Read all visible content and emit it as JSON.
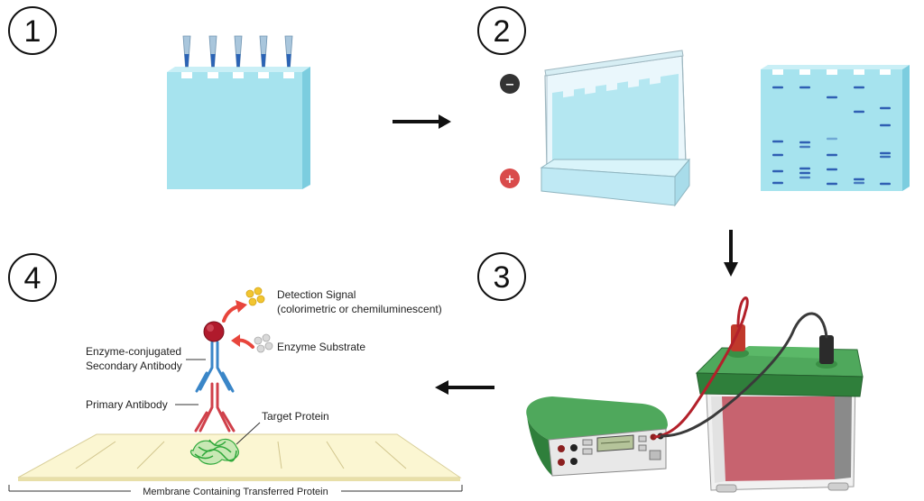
{
  "steps": {
    "step1": "1",
    "step2": "2",
    "step3": "3",
    "step4": "4"
  },
  "electrodes": {
    "negative": "−",
    "positive": "+"
  },
  "labels": {
    "detection_signal": "Detection Signal",
    "detection_signal_note": "(colorimetric or chemiluminescent)",
    "enzyme_substrate": "Enzyme Substrate",
    "secondary_antibody_line1": "Enzyme-conjugated",
    "secondary_antibody_line2": "Secondary Antibody",
    "primary_antibody": "Primary Antibody",
    "target_protein": "Target Protein",
    "membrane": "Membrane Containing Transferred Protein"
  },
  "icons": {
    "pipette": "pipette-tip-icon",
    "step_arrow": "arrow-icon",
    "gel_tank": "gel-tank-icon",
    "power_supply": "power-supply-icon",
    "transfer_tank": "transfer-tank-icon",
    "enzyme": "enzyme-icon",
    "antibody": "antibody-icon",
    "protein": "protein-icon"
  },
  "colors": {
    "gel": "#a6e3ee",
    "gel_side": "#7ccddf",
    "gel_top": "#c9eff6",
    "band": "#2f5fb3",
    "pipette": "#a9c6dc",
    "sample": "#2b63b5",
    "arrow": "#111111",
    "electrode_negative": "#333333",
    "electrode_positive": "#d94b4b",
    "tank_lid": "#4fa85c",
    "tank_lid_dark": "#2f7f3b",
    "buffer": "#c7636f",
    "red_lead": "#b3202a",
    "black_lead": "#3a3a3a",
    "membrane": "#fbf6d2",
    "primary_antibody": "#d0404a",
    "secondary_antibody": "#3a86c8",
    "enzyme": "#b01a2c",
    "reaction_arrow": "#e8453c",
    "signal": "#f2c531",
    "substrate": "#d9d9d9",
    "protein": "#2fa83a"
  }
}
